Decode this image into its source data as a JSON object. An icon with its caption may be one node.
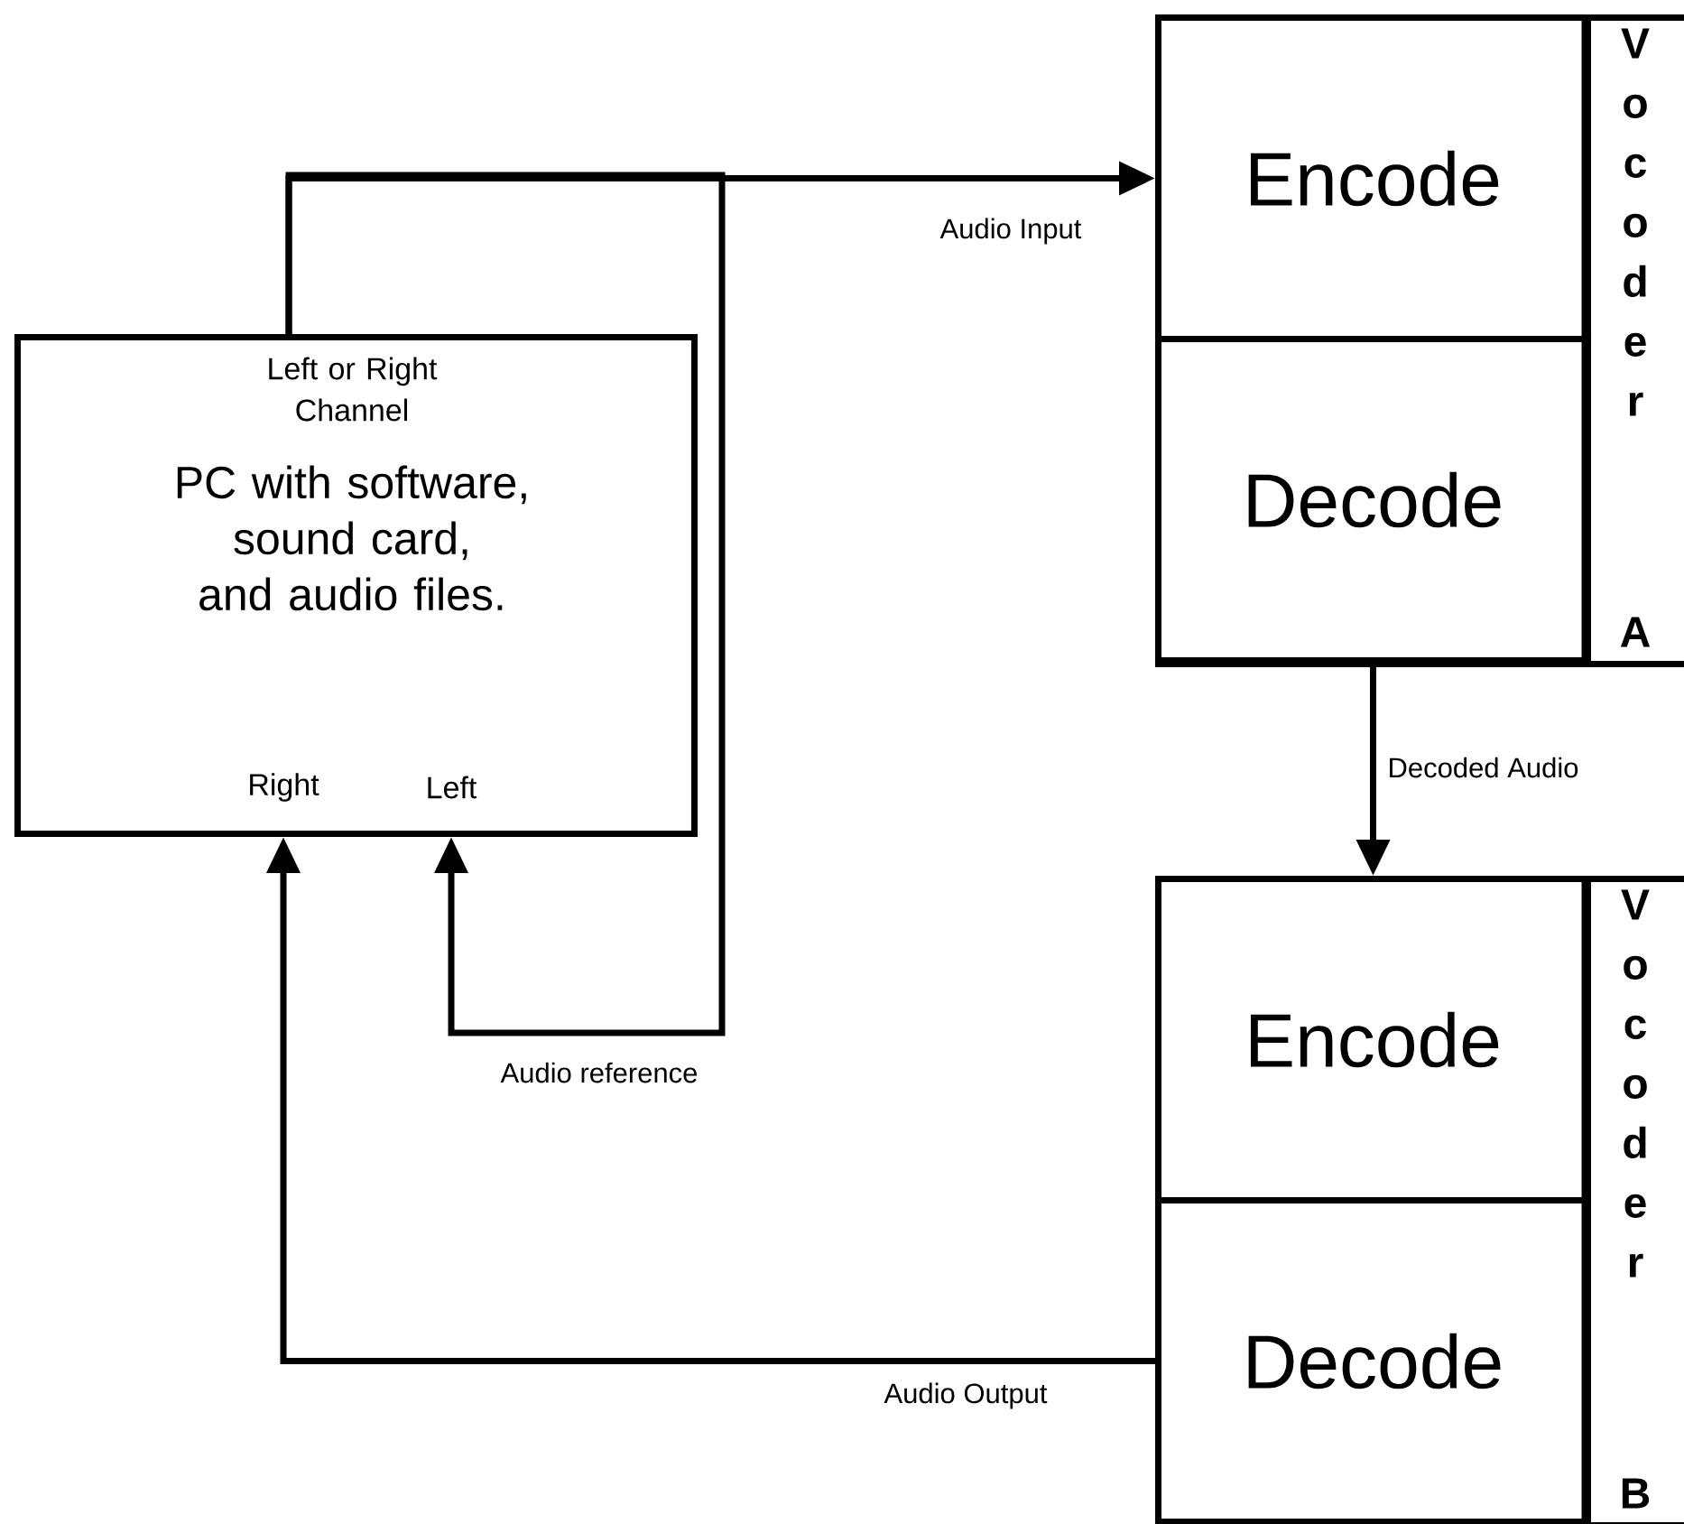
{
  "diagram": {
    "nodes": [
      {
        "text": [
          "Left or Right Channel",
          "PC with software, sound card, and audio files."
        ]
      },
      {
        "text": [
          "Right"
        ],
        "in": 0
      },
      {
        "text": [
          "Left"
        ],
        "in": 0
      },
      {
        "text": [
          "V o c o d e r",
          "A"
        ]
      },
      {
        "text": [
          "Encode"
        ],
        "in": 3
      },
      {
        "text": [
          "Decode"
        ],
        "in": 3
      },
      {
        "text": [
          "V o c o d e r",
          "B"
        ]
      },
      {
        "text": [
          "Encode"
        ],
        "in": 6
      },
      {
        "text": [
          "Decode"
        ],
        "in": 6
      }
    ],
    "edges": [
      {
        "from": 0,
        "to": 4,
        "arrow": "to",
        "label": "Audio Input"
      },
      {
        "from": 0,
        "to": 2,
        "arrow": "to",
        "label": "Audio reference"
      },
      {
        "from": 5,
        "to": 7,
        "arrow": "to",
        "label": "Decoded Audio"
      },
      {
        "from": 8,
        "to": 1,
        "arrow": "to",
        "label": "Audio Output"
      }
    ]
  }
}
